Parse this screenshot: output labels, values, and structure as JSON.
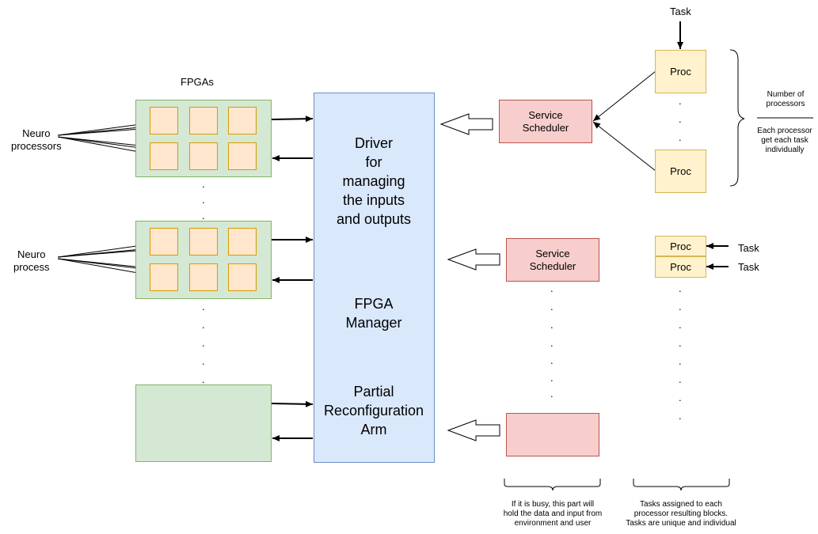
{
  "fpga_label": "FPGAs",
  "neuro_processors_label": [
    "Neuro",
    "processors"
  ],
  "neuro_process_label": [
    "Neuro",
    "process"
  ],
  "driver": {
    "section1": [
      "Driver",
      "for",
      "managing",
      "the inputs",
      "and outputs"
    ],
    "section2": [
      "FPGA",
      "Manager"
    ],
    "section3": [
      "Partial",
      "Reconfiguration",
      "Arm"
    ]
  },
  "scheduler_top": [
    "Service",
    "Scheduler"
  ],
  "scheduler_mid": [
    "Service",
    "Scheduler"
  ],
  "proc_label": "Proc",
  "task_label": "Task",
  "brace_right_top": "Number of processors",
  "brace_right_bottom": "Each processor get each task individually",
  "bottom_left_note": [
    "If it is busy, this part will",
    "hold the data and input from",
    "environment and user"
  ],
  "bottom_right_note": [
    "Tasks assigned to each",
    "processor resulting blocks.",
    "Tasks are unique and individual"
  ],
  "dot": "."
}
